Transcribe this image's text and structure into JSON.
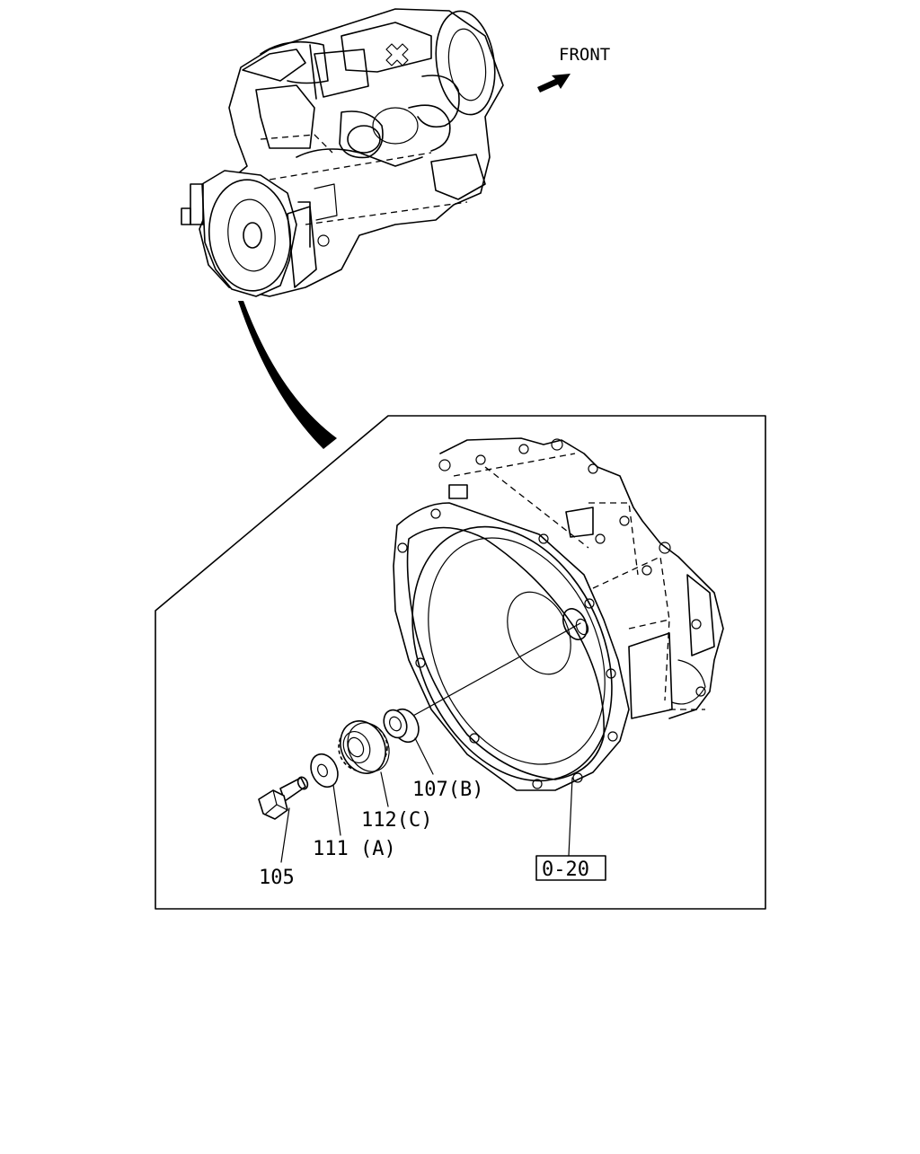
{
  "orientation": {
    "label": "FRONT"
  },
  "callouts": {
    "bolt": "105",
    "washer": "111 (A)",
    "gear": "112(C)",
    "bushing": "107(B)",
    "housing_ref": "0-20"
  }
}
